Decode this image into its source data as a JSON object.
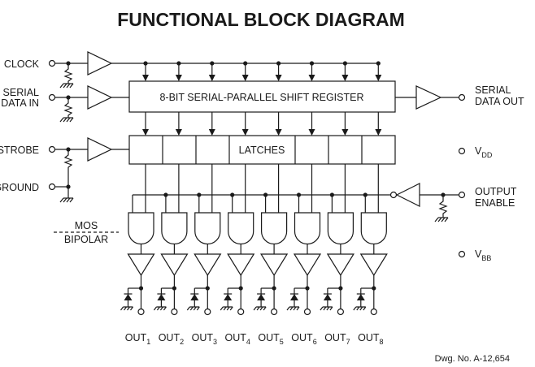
{
  "title": "FUNCTIONAL BLOCK DIAGRAM",
  "inputs": {
    "clock": "CLOCK",
    "serial_data_in_1": "SERIAL",
    "serial_data_in_2": "DATA IN",
    "strobe": "STROBE",
    "ground": "GROUND"
  },
  "blocks": {
    "shift_register": "8-BIT SERIAL-PARALLEL SHIFT REGISTER",
    "latches": "LATCHES",
    "mos": "MOS",
    "bipolar": "BIPOLAR"
  },
  "outputs": {
    "serial_data_out_1": "SERIAL",
    "serial_data_out_2": "DATA OUT",
    "vdd_main": "V",
    "vdd_sub": "DD",
    "output_enable_1": "OUTPUT",
    "output_enable_2": "ENABLE",
    "vbb_main": "V",
    "vbb_sub": "BB"
  },
  "channel_outputs": [
    {
      "main": "OUT",
      "sub": "1"
    },
    {
      "main": "OUT",
      "sub": "2"
    },
    {
      "main": "OUT",
      "sub": "3"
    },
    {
      "main": "OUT",
      "sub": "4"
    },
    {
      "main": "OUT",
      "sub": "5"
    },
    {
      "main": "OUT",
      "sub": "6"
    },
    {
      "main": "OUT",
      "sub": "7"
    },
    {
      "main": "OUT",
      "sub": "8"
    }
  ],
  "drawing_number": "Dwg. No. A-12,654"
}
